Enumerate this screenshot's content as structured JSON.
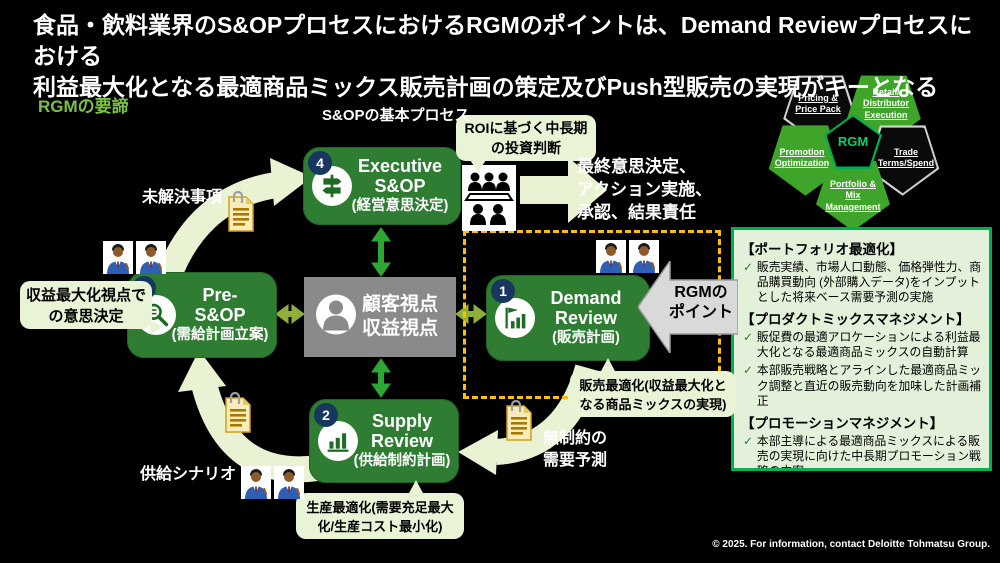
{
  "title": "食品・飲料業界のS&OPプロセスにおけるRGMのポイントは、Demand Reviewプロセスにおける\n利益最大化となる最適商品ミックス販売計画の策定及びPush型販売の実現がキーとなる",
  "section_label": "RGMの要諦",
  "process_label": "S&OPの基本プロセス",
  "nodes": {
    "executive": {
      "num": "4",
      "en": "Executive\nS&OP",
      "jp": "(経営意思決定)"
    },
    "demand": {
      "num": "1",
      "en": "Demand\nReview",
      "jp": "(販売計画)"
    },
    "supply": {
      "num": "2",
      "en": "Supply\nReview",
      "jp": "(供給制約計画)"
    },
    "presop": {
      "num": "3",
      "en": "Pre-\nS&OP",
      "jp": "(需給計画立案)"
    }
  },
  "center_box": "顧客視点\n収益視点",
  "callouts": {
    "roi": "ROIに基づく中長期の投資判断",
    "final_decision": "最終意思決定、\nアクション実施、\n承認、結果責任",
    "revenue_max": "収益最大化視点での意思決定",
    "sales_opt": "販売最適化(収益最大化となる商品ミックスの実現)",
    "prod_opt": "生産最適化(需要充足最大化/生産コスト最小化)",
    "unresolved": "未解決事項",
    "supply_scenario": "供給シナリオ",
    "unconstrained": "無制約の\n需要予測",
    "rgm_point": "RGMの\nポイント"
  },
  "rgm_model": {
    "center": "RGM",
    "petals": [
      {
        "label": "Pricing &\nPrice Pack",
        "style": "dark"
      },
      {
        "label": "Retail/\nDistributor\nExecution",
        "style": "green"
      },
      {
        "label": "Promotion\nOptimization",
        "style": "green"
      },
      {
        "label": "Trade\nTerms/Spend",
        "style": "dark"
      },
      {
        "label": "Portfolio &\nMix\nManagement",
        "style": "green"
      }
    ]
  },
  "panel": {
    "sections": [
      {
        "header": "【ポートフォリオ最適化】",
        "items": [
          "販売実績、市場人口動態、価格弾性力、商品購買動向 (外部購入データ)をインプットとした将来ベース需要予測の実施"
        ]
      },
      {
        "header": "【プロダクトミックスマネジメント】",
        "items": [
          "販促費の最適アロケーションによる利益最大化となる最適商品ミックスの自動計算",
          "本部販売戦略とアラインした最適商品ミック調整と直近の販売動向を加味した計画補正"
        ]
      },
      {
        "header": "【プロモーションマネジメント】",
        "items": [
          "本部主導による最適商品ミックスによる販売の実現に向けた中長期プロモーション戦略の立案"
        ]
      }
    ]
  },
  "footer": "© 2025. For information, contact Deloitte Tohmatsu Group.",
  "colors": {
    "node_green": "#2e7d32",
    "badge_navy": "#17375e",
    "pale_arrow": "#e9f2d3",
    "bubble": "#e9f3d5",
    "gold_dash": "#ffc000",
    "panel_border": "#00b050",
    "petal_green": "#3fa42a",
    "accent_label_green": "#7ac142",
    "center_gray": "#8a8a8a",
    "rgm_text_green": "#00d26a"
  }
}
